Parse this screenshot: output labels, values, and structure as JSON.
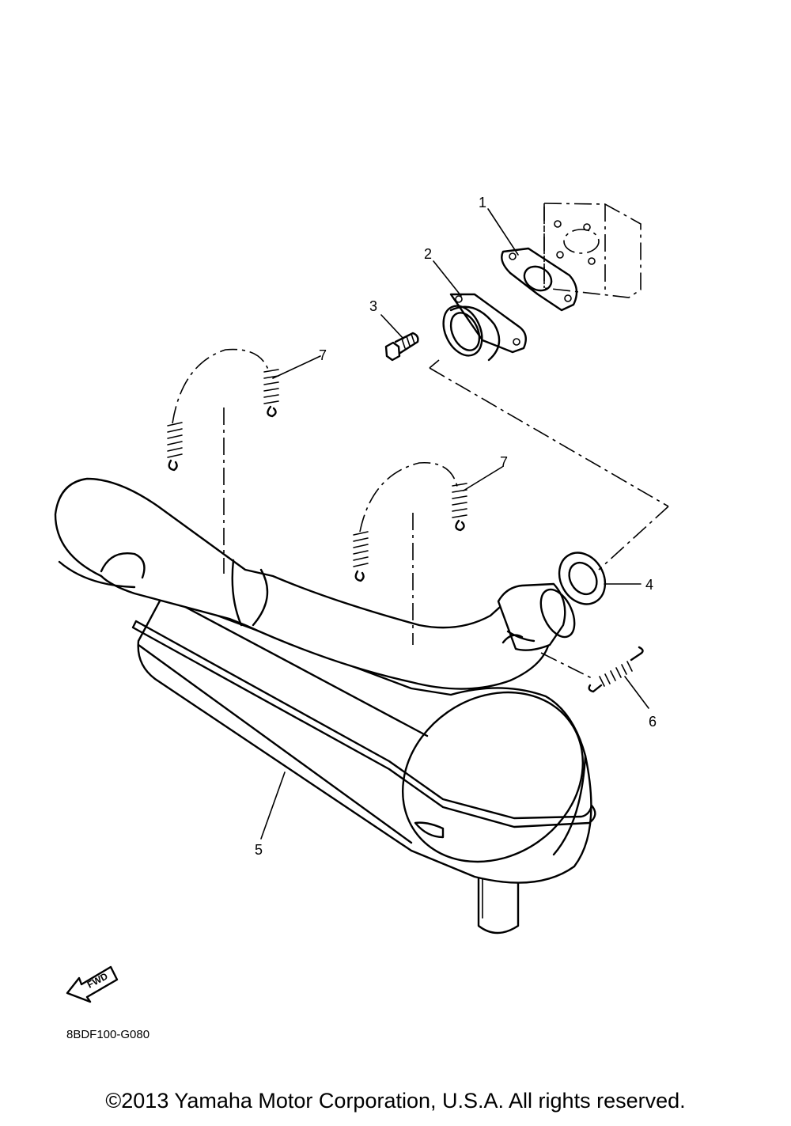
{
  "diagram": {
    "callouts": [
      {
        "id": "1",
        "label": "1"
      },
      {
        "id": "2",
        "label": "2"
      },
      {
        "id": "3",
        "label": "3"
      },
      {
        "id": "4",
        "label": "4"
      },
      {
        "id": "5",
        "label": "5"
      },
      {
        "id": "6",
        "label": "6"
      },
      {
        "id": "7a",
        "label": "7"
      },
      {
        "id": "7b",
        "label": "7"
      }
    ],
    "fwd_badge": "FWD",
    "figure_code": "8BDF100-G080"
  },
  "footer": {
    "copyright": "©2013 Yamaha Motor Corporation, U.S.A. All rights reserved."
  }
}
